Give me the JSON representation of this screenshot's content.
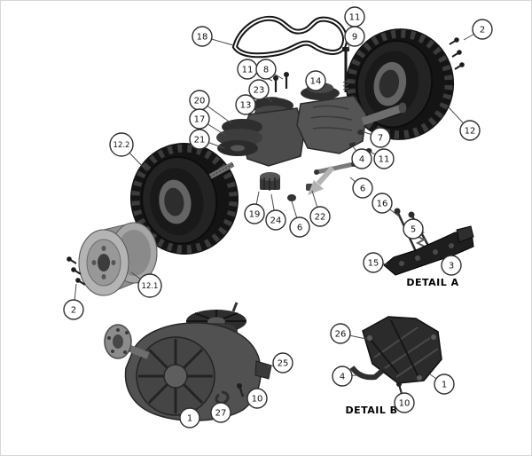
{
  "diagram": {
    "type": "exploded-parts-diagram",
    "detail_a_label": "DETAIL A",
    "detail_b_label": "DETAIL B",
    "callouts": [
      {
        "label": "18"
      },
      {
        "label": "2"
      },
      {
        "label": "11"
      },
      {
        "label": "9"
      },
      {
        "label": "11"
      },
      {
        "label": "8"
      },
      {
        "label": "23"
      },
      {
        "label": "13"
      },
      {
        "label": "14"
      },
      {
        "label": "20"
      },
      {
        "label": "17"
      },
      {
        "label": "21"
      },
      {
        "label": "12"
      },
      {
        "label": "12.2"
      },
      {
        "label": "7"
      },
      {
        "label": "4"
      },
      {
        "label": "11"
      },
      {
        "label": "6"
      },
      {
        "label": "16"
      },
      {
        "label": "5"
      },
      {
        "label": "19"
      },
      {
        "label": "24"
      },
      {
        "label": "6"
      },
      {
        "label": "22"
      },
      {
        "label": "15"
      },
      {
        "label": "3"
      },
      {
        "label": "12.1"
      },
      {
        "label": "2"
      },
      {
        "label": "26"
      },
      {
        "label": "25"
      },
      {
        "label": "4"
      },
      {
        "label": "1"
      },
      {
        "label": "10"
      },
      {
        "label": "10"
      },
      {
        "label": "27"
      },
      {
        "label": "1"
      }
    ]
  }
}
